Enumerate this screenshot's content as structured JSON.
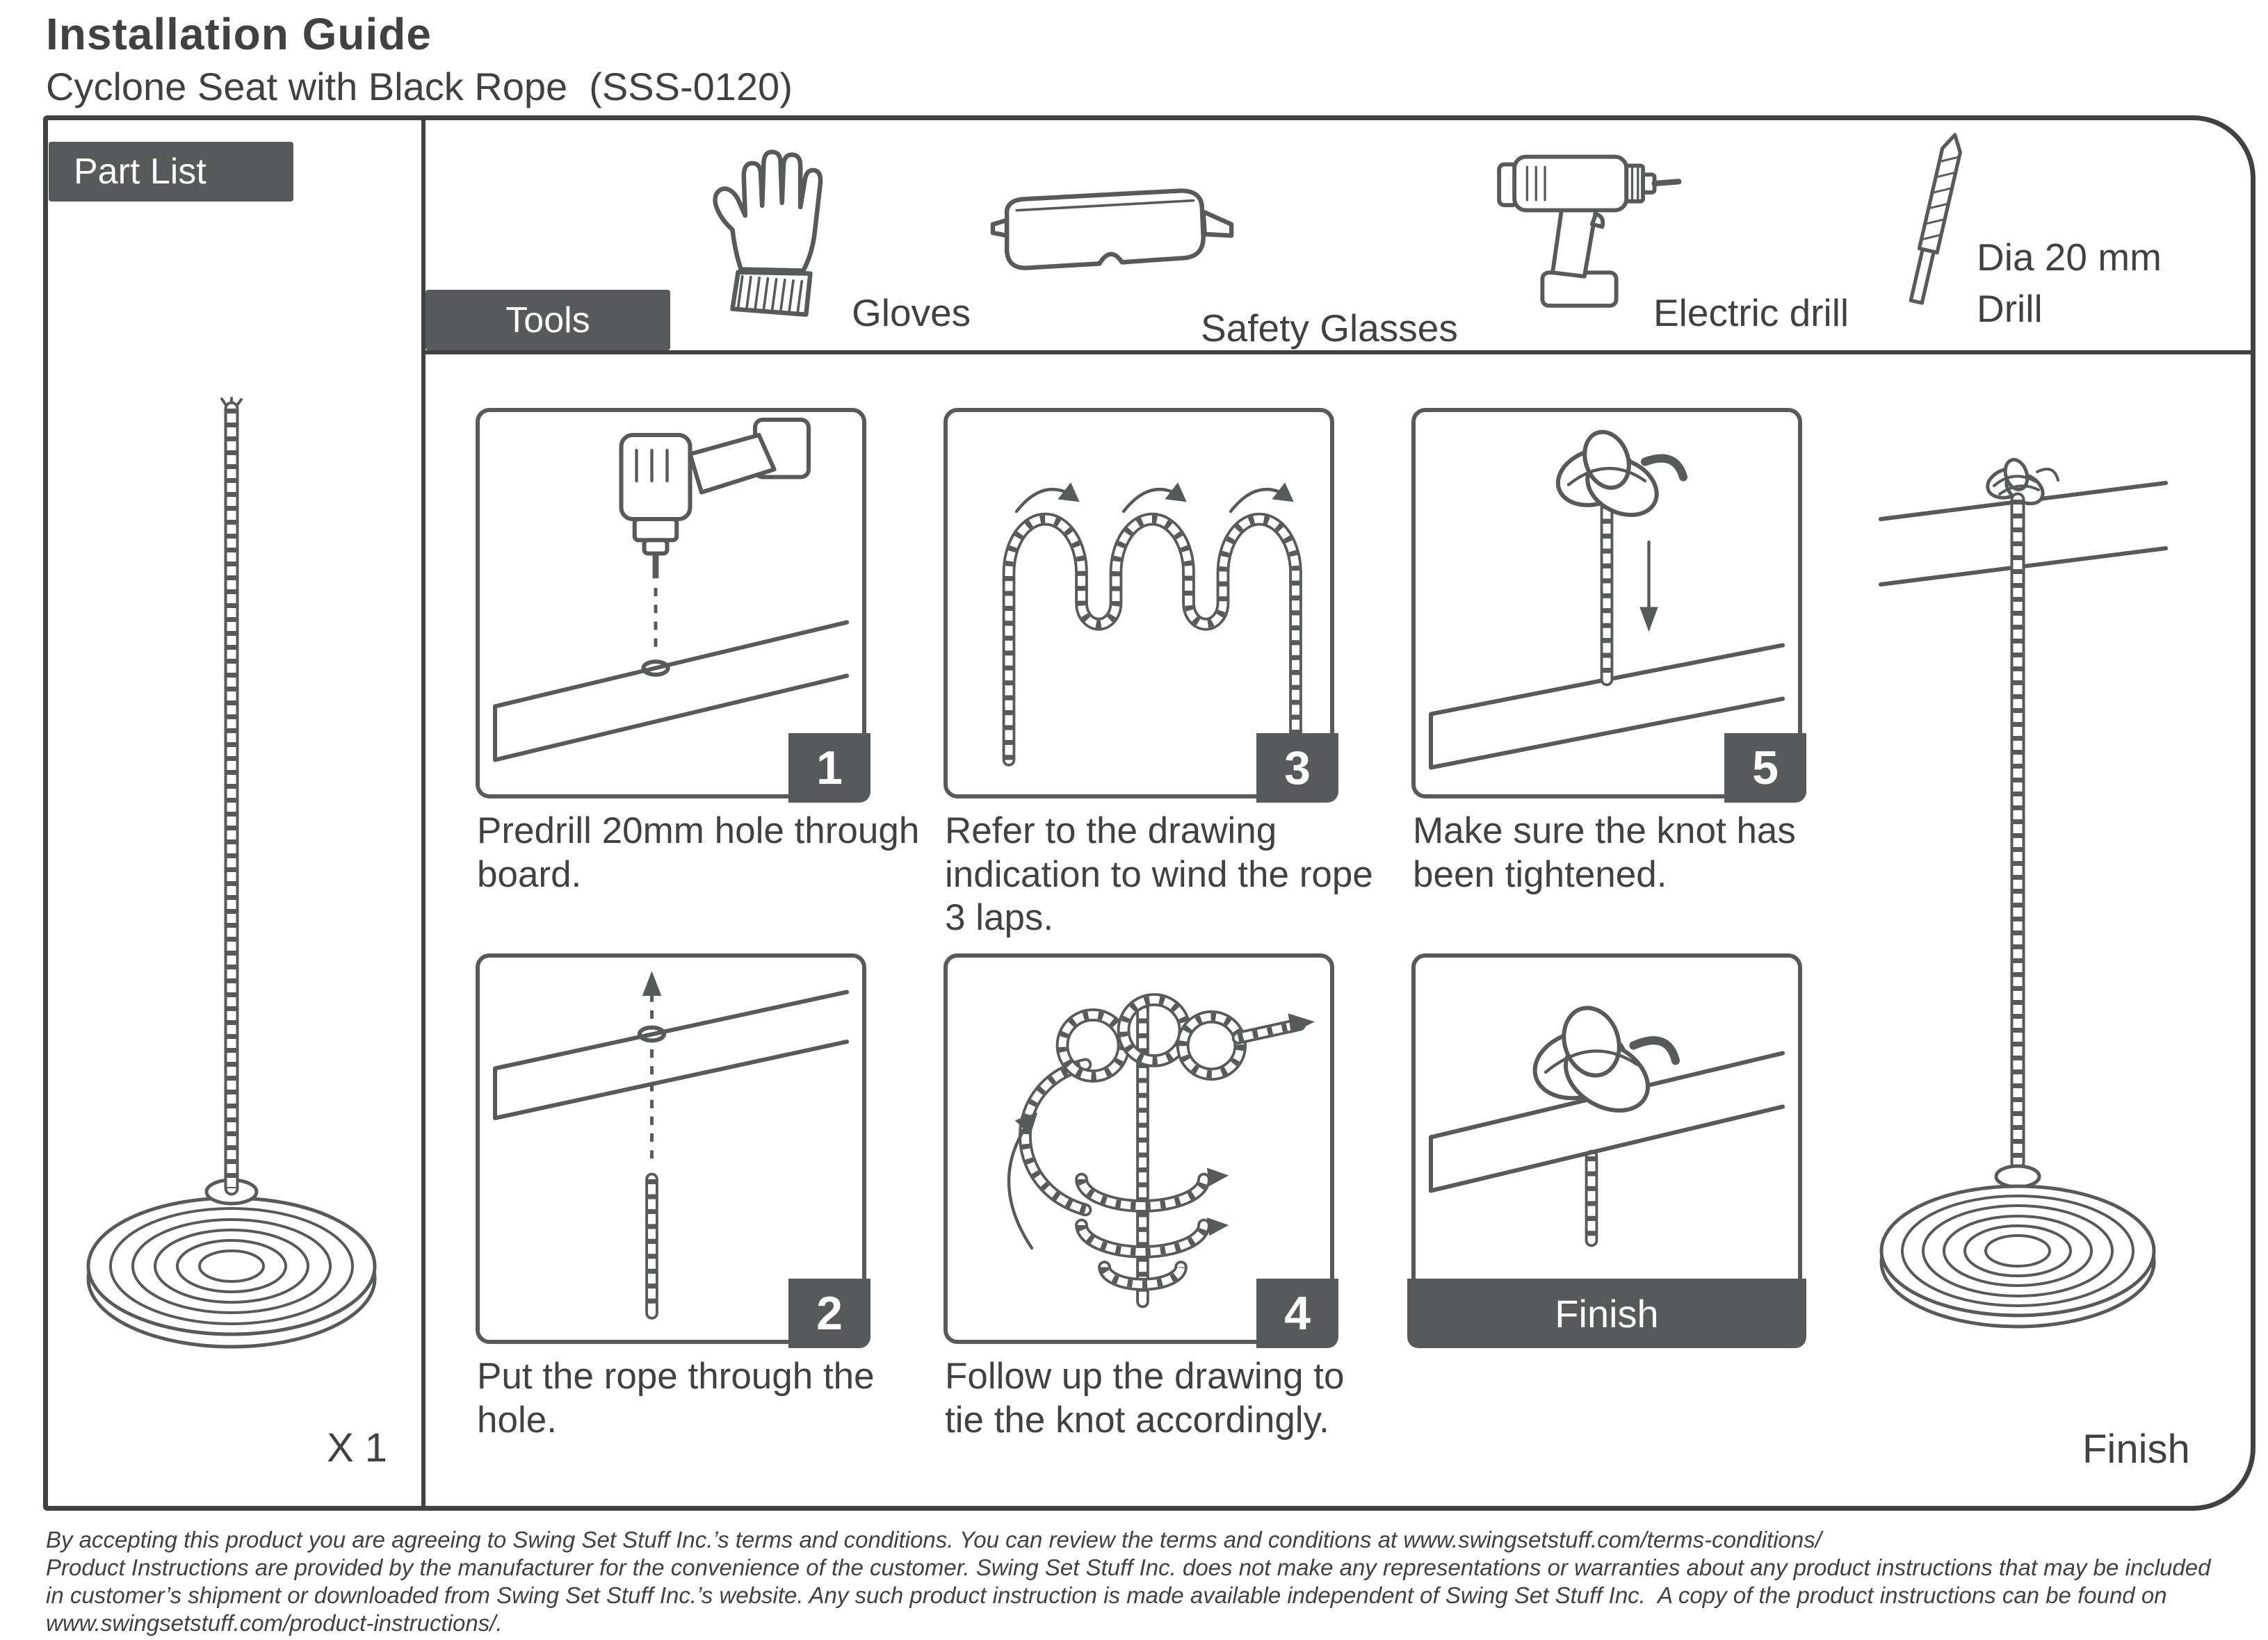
{
  "header": {
    "title": "Installation Guide",
    "subtitle": "Cyclone Seat with Black Rope  (SSS-0120)"
  },
  "part_list": {
    "label": "Part List",
    "quantity": "X 1"
  },
  "tools": {
    "label": "Tools",
    "items": [
      {
        "icon": "gloves-icon",
        "label": "Gloves"
      },
      {
        "icon": "safety-glasses-icon",
        "label": "Safety Glasses"
      },
      {
        "icon": "electric-drill-icon",
        "label": "Electric drill"
      },
      {
        "icon": "drill-bit-icon",
        "label": "Dia 20 mm",
        "label2": "Drill"
      }
    ]
  },
  "steps": [
    {
      "number": "1",
      "caption": "Predrill 20mm hole through board."
    },
    {
      "number": "3",
      "caption": "Refer to the drawing indication to wind the rope 3 laps."
    },
    {
      "number": "5",
      "caption": "Make sure the knot has been tightened."
    },
    {
      "number": "2",
      "caption": "Put the rope through the hole."
    },
    {
      "number": "4",
      "caption": "Follow up the drawing to tie the knot accordingly."
    },
    {
      "number": "Finish",
      "caption": ""
    }
  ],
  "final": {
    "label": "Finish"
  },
  "footer": {
    "lines": [
      "By accepting this product you are agreeing to Swing Set Stuff Inc.’s terms and conditions. You can review the terms and conditions at www.swingsetstuff.com/terms-conditions/",
      "Product Instructions are provided by the manufacturer for the convenience of the customer. Swing Set Stuff Inc. does not make any representations or warranties about any product instructions that may be included",
      "in customer’s shipment or downloaded from Swing Set Stuff Inc.’s website. Any such product instruction is made available independent of Swing Set Stuff Inc.  A copy of the product instructions can be found on",
      "www.swingsetstuff.com/product-instructions/."
    ]
  },
  "colors": {
    "accent_gray": "#58595b",
    "frame_gray": "#414042",
    "text_gray": "#414042"
  }
}
